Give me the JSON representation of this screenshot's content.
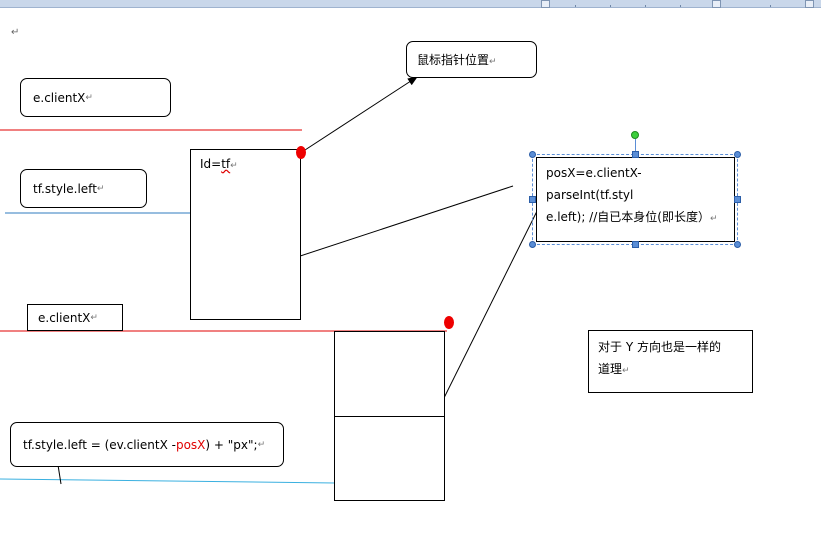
{
  "paragraph_mark": "↵",
  "boxes": {
    "clientx_top": "e.clientX",
    "style_left": "tf.style.left",
    "clientx_mid": "e.clientX",
    "formula": {
      "prefix": "tf.style.left = (ev.clientX - ",
      "highlight": "posX",
      "suffix": ") + \"px\";"
    }
  },
  "element_rect": {
    "id_label_prefix": "Id=",
    "id_label_value": "tf"
  },
  "callouts": {
    "mouse_pos": "鼠标指针位置",
    "posx_line1": "posX=e.clientX-parseInt(tf.styl",
    "posx_line2": "e.left); //自已本身位(即长度）",
    "y_note_line1": "对于 Y 方向也是一样的",
    "y_note_line2": "道理"
  },
  "colors": {
    "red_line": "#e00000",
    "blue_line": "#2f7bbf",
    "yellow_line": "#d8c000",
    "cyan_line": "#3ab0e0",
    "selection": "#5b8ed6"
  }
}
